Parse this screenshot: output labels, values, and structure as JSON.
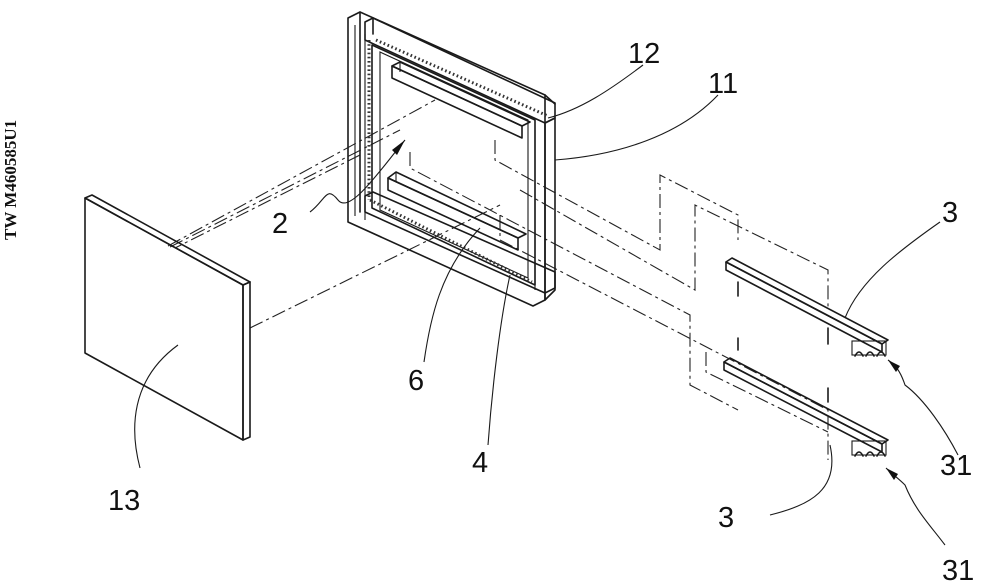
{
  "document_id": "TW M460585U1",
  "labels": {
    "l2": "2",
    "l3_top": "3",
    "l3_bottom": "3",
    "l4": "4",
    "l6": "6",
    "l11": "11",
    "l12": "12",
    "l13": "13",
    "l31_top": "31",
    "l31_bottom": "31"
  }
}
